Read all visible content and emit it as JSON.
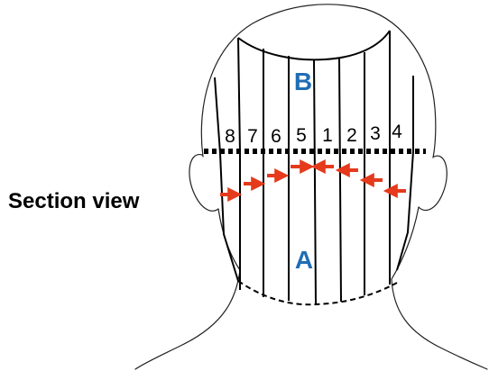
{
  "diagram": {
    "caption": "Section view",
    "region_upper": "B",
    "region_lower": "A",
    "section_numbers": [
      "8",
      "7",
      "6",
      "5",
      "1",
      "2",
      "3",
      "4"
    ],
    "colors": {
      "region_label": "#1f6db5",
      "arrow": "#e53a1c",
      "outline": "#000000"
    },
    "icons": [
      "head-back-outline",
      "section-line",
      "arrow-right",
      "arrow-left"
    ]
  }
}
